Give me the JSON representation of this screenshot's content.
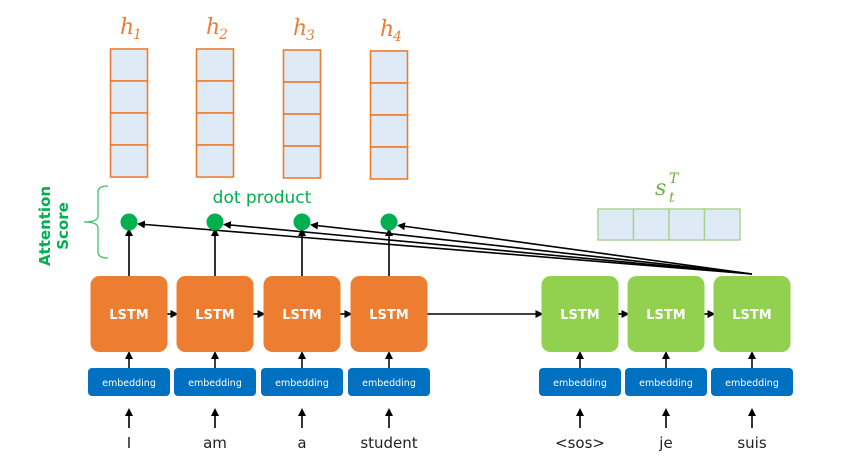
{
  "colors": {
    "encoder": "#ED7D31",
    "decoder": "#92D050",
    "embedding": "#0070C0",
    "cell_fill": "#DEEAF6",
    "attention": "#00B050",
    "state_border": "#A9D18E",
    "arrow": "#000000"
  },
  "hidden_states": [
    {
      "label": "h",
      "sub": "1"
    },
    {
      "label": "h",
      "sub": "2"
    },
    {
      "label": "h",
      "sub": "3"
    },
    {
      "label": "h",
      "sub": "4"
    }
  ],
  "decoder_state": {
    "label": "s",
    "sub": "t",
    "sup": "T"
  },
  "attention": {
    "label_line1": "Attention",
    "label_line2": "Score",
    "op_label": "dot product"
  },
  "encoder": {
    "cell_label": "LSTM",
    "embedding_label": "embedding",
    "words": [
      "I",
      "am",
      "a",
      "student"
    ]
  },
  "decoder": {
    "cell_label": "LSTM",
    "embedding_label": "embedding",
    "words": [
      "<sos>",
      "je",
      "suis"
    ]
  }
}
